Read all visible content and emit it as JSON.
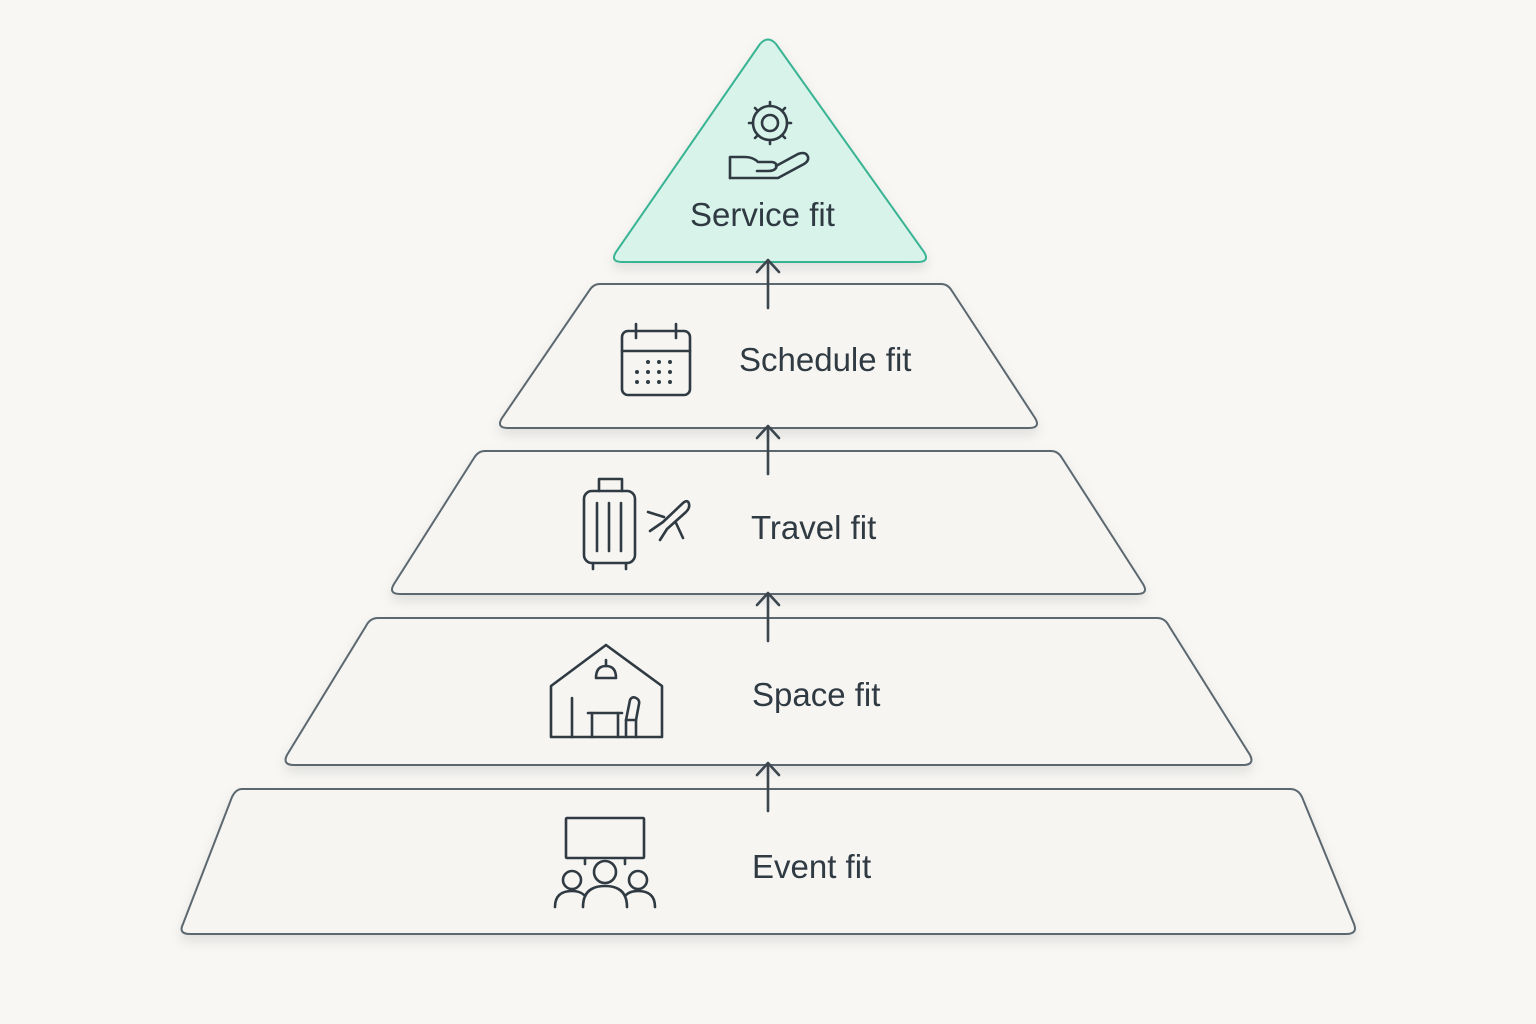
{
  "diagram": {
    "levels": [
      {
        "label": "Service fit",
        "icon": "hand-gear-icon",
        "highlight": true
      },
      {
        "label": "Schedule fit",
        "icon": "calendar-icon",
        "highlight": false
      },
      {
        "label": "Travel fit",
        "icon": "luggage-plane-icon",
        "highlight": false
      },
      {
        "label": "Space fit",
        "icon": "venue-room-icon",
        "highlight": false
      },
      {
        "label": "Event fit",
        "icon": "audience-screen-icon",
        "highlight": false
      }
    ],
    "colors": {
      "background": "#f8f7f4",
      "tier_fill": "#f6f5f2",
      "tier_stroke": "#5b6770",
      "apex_fill": "#d8f3ea",
      "apex_stroke": "#39b493",
      "ink": "#2f3a42"
    }
  }
}
